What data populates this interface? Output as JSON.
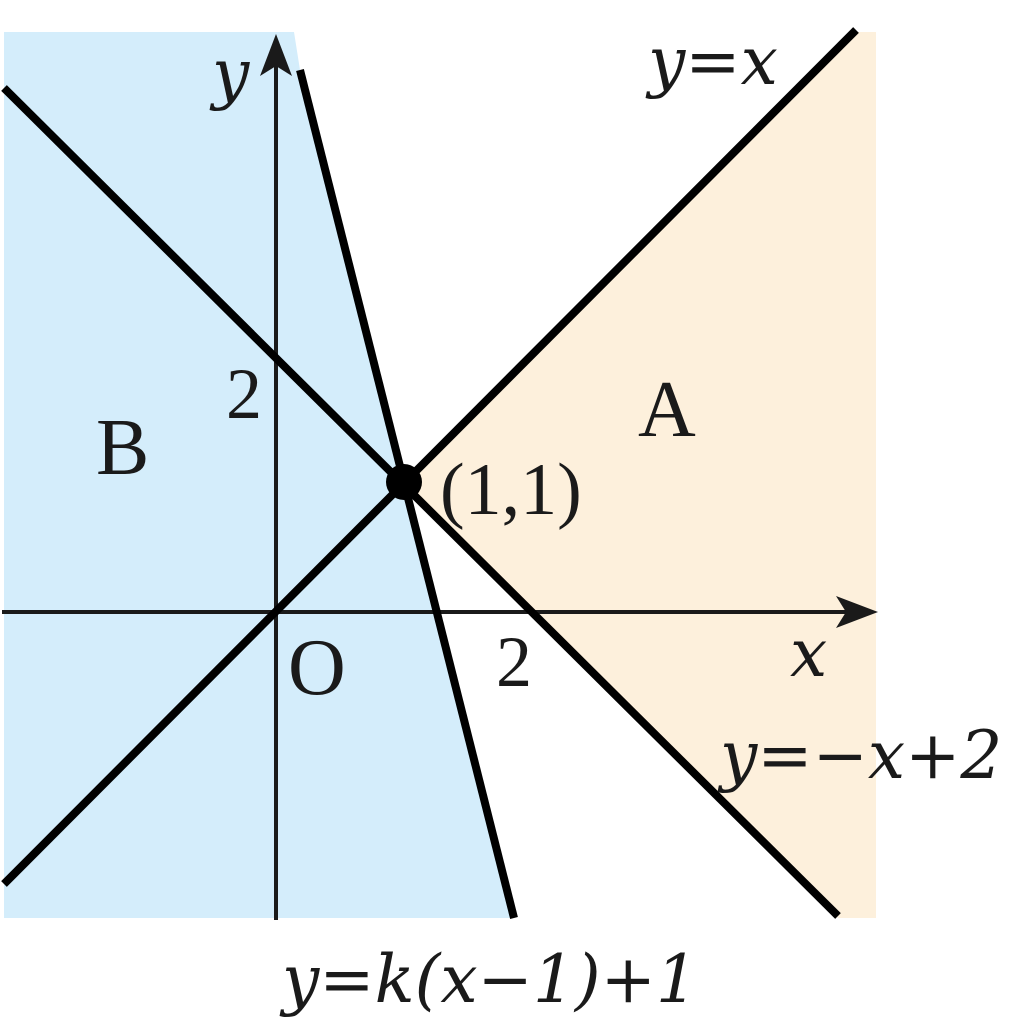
{
  "colors": {
    "region_a": "#fdf0dc",
    "region_b": "#d4edfb",
    "ink": "#000000"
  },
  "axes": {
    "x_label": "x",
    "y_label": "y",
    "origin_label": "O",
    "x_tick": "2",
    "y_tick": "2"
  },
  "lines": {
    "identity": "y=x",
    "descending": "y=−x+2",
    "pencil": "y=k(x−1)+1"
  },
  "regions": {
    "a": "A",
    "b": "B"
  },
  "point": {
    "label": "(1,1)"
  }
}
